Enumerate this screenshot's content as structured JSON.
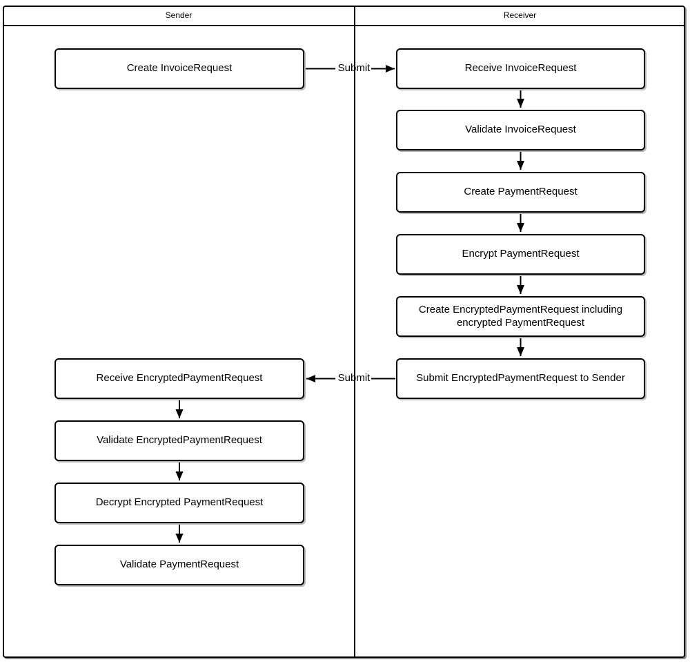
{
  "lanes": {
    "sender": "Sender",
    "receiver": "Receiver"
  },
  "nodes": {
    "create_invoice_request": "Create InvoiceRequest",
    "receive_invoice_request": "Receive InvoiceRequest",
    "validate_invoice_request": "Validate InvoiceRequest",
    "create_payment_request": "Create PaymentRequest",
    "encrypt_payment_request": "Encrypt PaymentRequest",
    "create_encrypted_payment_request": "Create EncryptedPaymentRequest including encrypted PaymentRequest",
    "submit_encrypted_payment_request": "Submit EncryptedPaymentRequest to Sender",
    "receive_encrypted_payment_request": "Receive EncryptedPaymentRequest",
    "validate_encrypted_payment_request": "Validate EncryptedPaymentRequest",
    "decrypt_encrypted_payment_request": "Decrypt Encrypted PaymentRequest",
    "validate_payment_request": "Validate PaymentRequest"
  },
  "edges": {
    "submit_invoice_label": "Submit",
    "submit_payment_label": "Submit"
  },
  "colors": {
    "stroke": "#000000",
    "fill": "#ffffff"
  }
}
